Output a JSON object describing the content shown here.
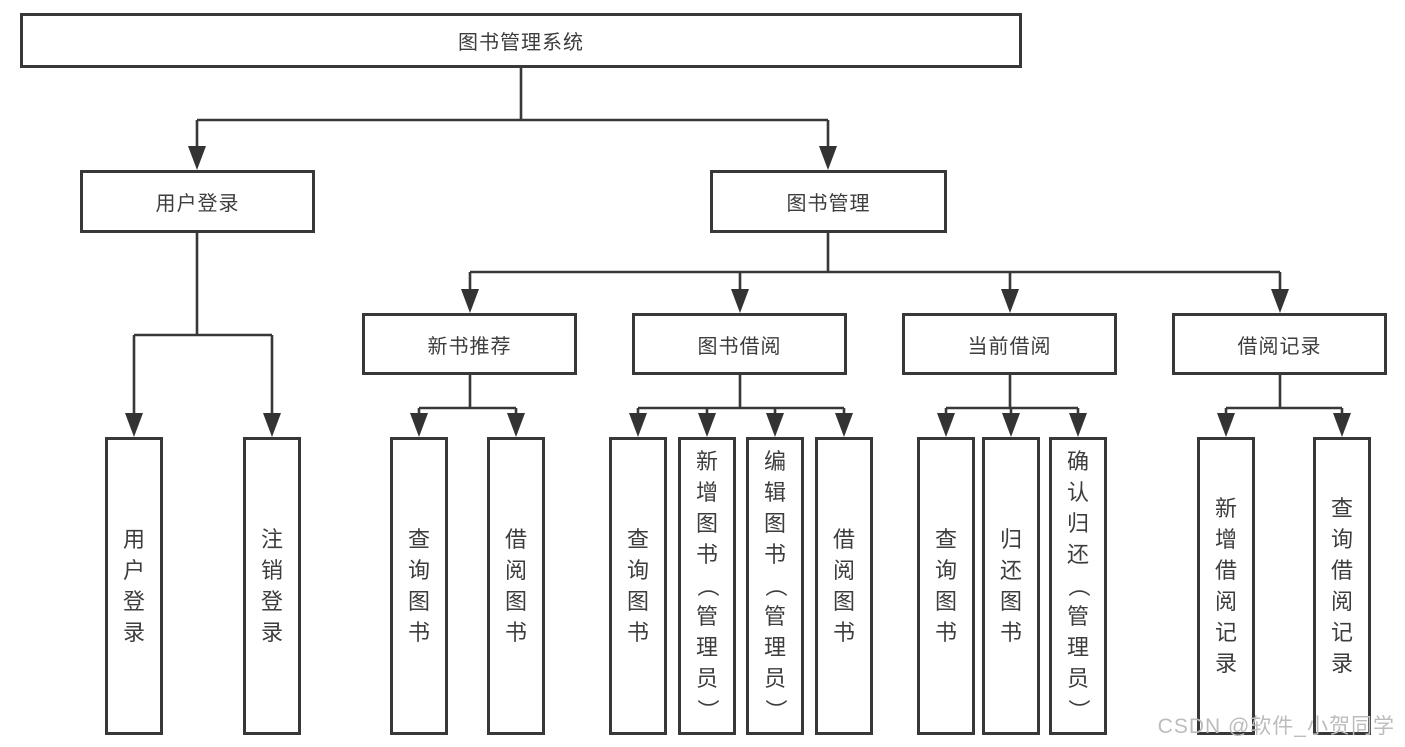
{
  "diagram": {
    "title": "图书管理系统",
    "level2": {
      "user_login": "用户登录",
      "book_management": "图书管理"
    },
    "level3": {
      "new_book_recommend": "新书推荐",
      "book_borrow": "图书借阅",
      "current_borrow": "当前借阅",
      "borrow_records": "借阅记录"
    },
    "leaves": {
      "user_login": [
        "用户登录",
        "注销登录"
      ],
      "new_book_recommend": [
        "查询图书",
        "借阅图书"
      ],
      "book_borrow": [
        "查询图书",
        "新增图书（管理员）",
        "编辑图书（管理员）",
        "借阅图书"
      ],
      "current_borrow": [
        "查询图书",
        "归还图书",
        "确认归还（管理员）"
      ],
      "borrow_records": [
        "新增借阅记录",
        "查询借阅记录"
      ]
    },
    "watermark": "CSDN @软件_小贺同学",
    "colors": {
      "line": "#383838",
      "text": "#3d3d3f",
      "watermark": "#bcbcbc",
      "background": "#ffffff"
    }
  }
}
